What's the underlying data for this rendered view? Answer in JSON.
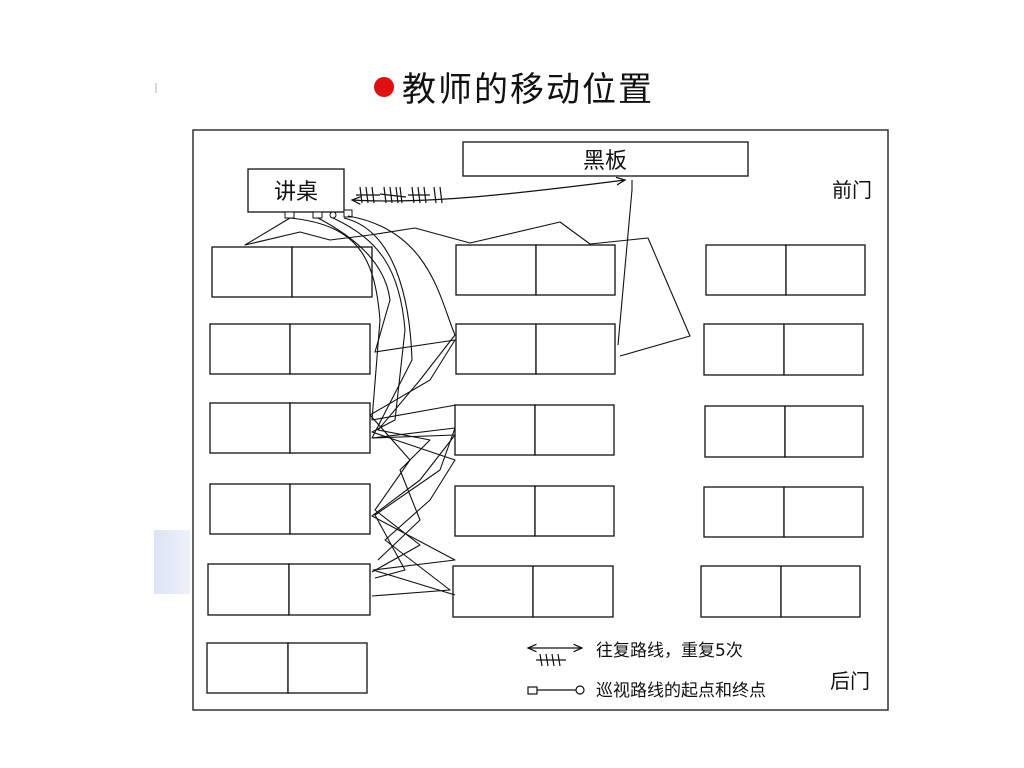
{
  "title": {
    "bullet_color": "#e01010",
    "text": "教师的移动位置"
  },
  "room": {
    "blackboard": "黑板",
    "podium": "讲桌",
    "front_door": "前门",
    "back_door": "后门"
  },
  "legend": {
    "repeat_route": "往复路线，重复5次",
    "patrol_route": "巡视路线的起点和终点"
  }
}
